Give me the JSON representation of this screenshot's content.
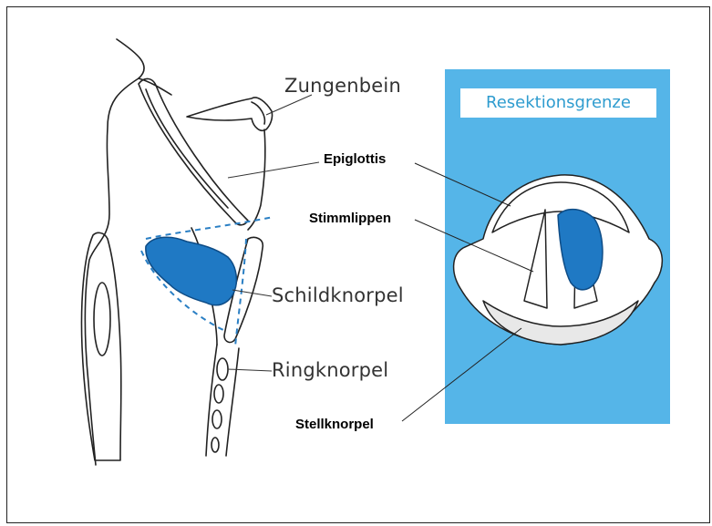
{
  "labels": {
    "zungenbein": "Zungenbein",
    "epiglottis": "Epiglottis",
    "stimmlippen": "Stimmlippen",
    "schildknorpel": "Schildknorpel",
    "ringknorpel": "Ringknorpel",
    "stellknorpel": "Stellknorpel"
  },
  "panel": {
    "title": "Resektionsgrenze"
  },
  "colors": {
    "panel_blue": "#55b5e8",
    "tumor_blue": "#1f79c4",
    "outline": "#222222"
  }
}
